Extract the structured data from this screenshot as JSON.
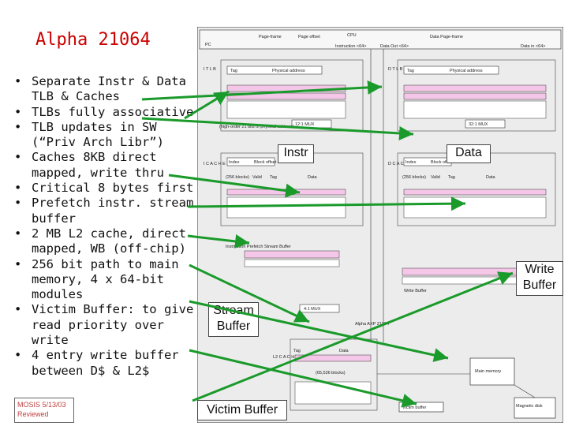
{
  "slide": {
    "title": "Alpha 21064",
    "bullets": [
      "Separate Instr & Data TLB & Caches",
      "TLBs fully associative",
      "TLB updates in SW (“Priv Arch Libr”)",
      "Caches 8KB direct mapped, write thru",
      "Critical 8 bytes first",
      "Prefetch instr. stream buffer",
      "2 MB L2 cache, direct mapped, WB (off-chip)",
      "256 bit path to main memory,  4 x 64-bit modules",
      "Victim Buffer: to give read priority over write",
      "4 entry write buffer between D$ & L2$"
    ],
    "footer": [
      "MOSIS 5/13/03",
      "Reviewed"
    ]
  },
  "callouts": {
    "instr": "Instr",
    "data": "Data",
    "stream_buffer": [
      "Stream",
      "Buffer"
    ],
    "write_buffer": [
      "Write",
      "Buffer"
    ],
    "victim_buffer": "Victim Buffer"
  },
  "diagram": {
    "cpu": "CPU",
    "page_frame": "Page-frame",
    "page_offset": "Page offset",
    "data_page_frame": "Data Page-frame",
    "pc": "PC",
    "instruction": "Instruction <64>",
    "data_out": "Data Out <64>",
    "data_in": "Data in <64>",
    "phys_address": "Physical address",
    "tag": "Tag",
    "tlb_label": "I T L B",
    "dtlb_label": "D T L B",
    "icache_label": "I C A C H E",
    "dcache_label": "D C A C H E",
    "l2_label": "L2 C A C H E",
    "mux_instr": "12:1 MUX",
    "mux_data": "32:1 MUX",
    "high_order": "(high-order 21 bits of physical address)",
    "index": "Index",
    "block_offset": "Block offset",
    "valid": "Valid",
    "data": "Data",
    "blocks_256": "(256 blocks)",
    "prefetch": "Instruction Prefetch Stream Buffer",
    "write_buffer": "Write Buffer",
    "mux_l2": "4:1 MUX",
    "chip": "Alpha AXP 21064",
    "blocks_65k": "(65,536 blocks)",
    "main_memory": "Main memory",
    "victim": "Victim buffer",
    "magnetic_disk": "Magnetic disk"
  },
  "colors": {
    "title": "#cc0000",
    "arrow": "#1a9a2a",
    "diagram_bg": "#e6e6e6",
    "diagram_line": "#222222"
  }
}
